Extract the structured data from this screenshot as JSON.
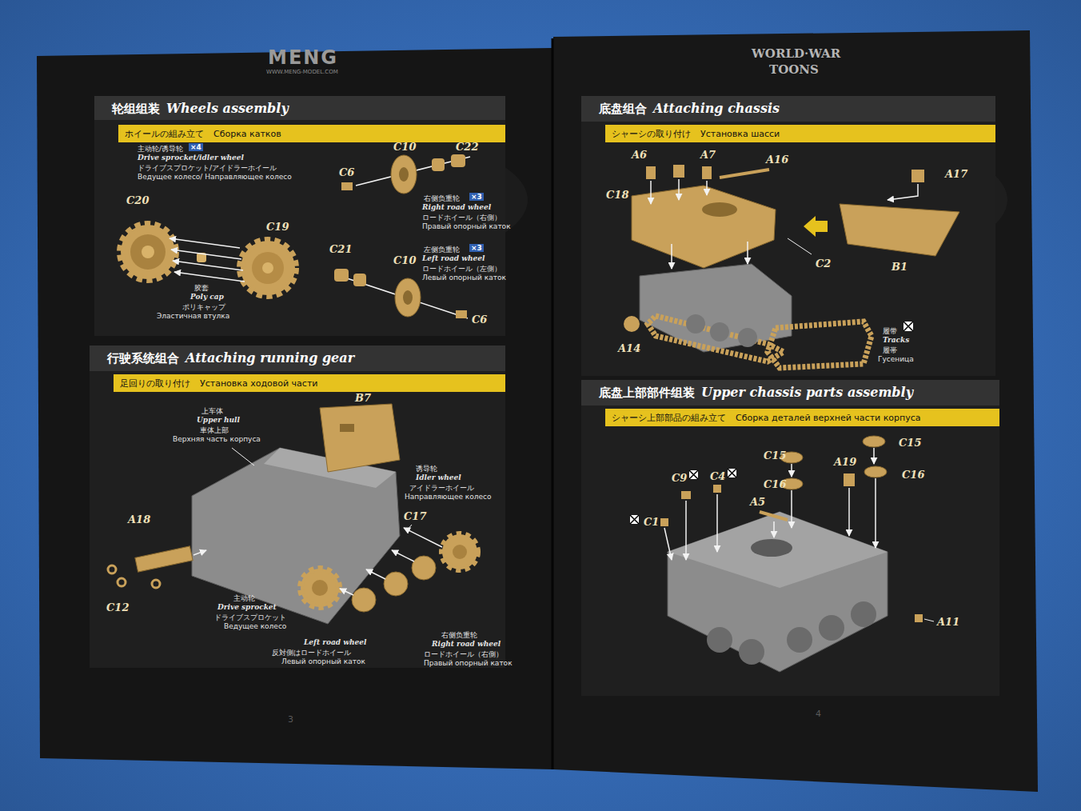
{
  "diagram": {
    "nodes": [
      {
        "text": [
          "轮组组装",
          "Wheels assembly",
          "ホイールの組み立て",
          "Сборка катков"
        ]
      },
      {
        "text": [
          "行驶系统组合",
          "Attaching running gear",
          "足回りの取り付け",
          "Установка ходовой части"
        ]
      },
      {
        "text": [
          "底盘组合",
          "Attaching chassis",
          "シャーシの取り付け",
          "Установка шасси"
        ]
      },
      {
        "text": [
          "底盘上部部件组装",
          "Upper chassis parts assembly",
          "シャーシ上部部品の組み立て",
          "Сборка деталей верхней части корпуса"
        ]
      }
    ],
    "labels": [
      "MENG",
      "WWW.MENG-MODEL.COM",
      "WORLD·WAR",
      "TOONS",
      "主动轮/诱导轮",
      "×4",
      "Drive sprocket/idler wheel",
      "ドライブスプロケット/アイドラーホイール",
      "Ведущее колесо/ Направляющее колесо",
      "C20",
      "C19",
      "胶套",
      "Poly cap",
      "ポリキャップ",
      "Эластичная втулка",
      "C10",
      "C22",
      "C6",
      "右侧负重轮",
      "×3",
      "Right road wheel",
      "ロードホイール（右側）",
      "Правый опорный каток",
      "C21",
      "C10",
      "左侧负重轮",
      "×3",
      "Left road wheel",
      "ロードホイール（左側）",
      "Левый опорный каток",
      "C6",
      "B7",
      "上车体",
      "Upper hull",
      "車体上部",
      "Верхняя часть корпуса",
      "C17",
      "诱导轮",
      "Idler wheel",
      "アイドラーホイール",
      "Направляющее колесо",
      "A18",
      "C12",
      "主动轮",
      "Drive sprocket",
      "ドライブスプロケット",
      "Ведущее колесо",
      "Left road wheel",
      "反対側はロードホイール",
      "Левый опорный каток",
      "右侧负重轮",
      "Right road wheel",
      "ロードホイール（右側）",
      "Правый опорный каток",
      "3",
      "4",
      "A6",
      "A7",
      "A16",
      "A17",
      "C18",
      "C2",
      "B1",
      "A14",
      "履带",
      "Tracks",
      "履帯",
      "Гусеница",
      "C15",
      "C15",
      "A19",
      "C16",
      "C16",
      "C9",
      "C4",
      "A5",
      "C1",
      "A11"
    ]
  }
}
